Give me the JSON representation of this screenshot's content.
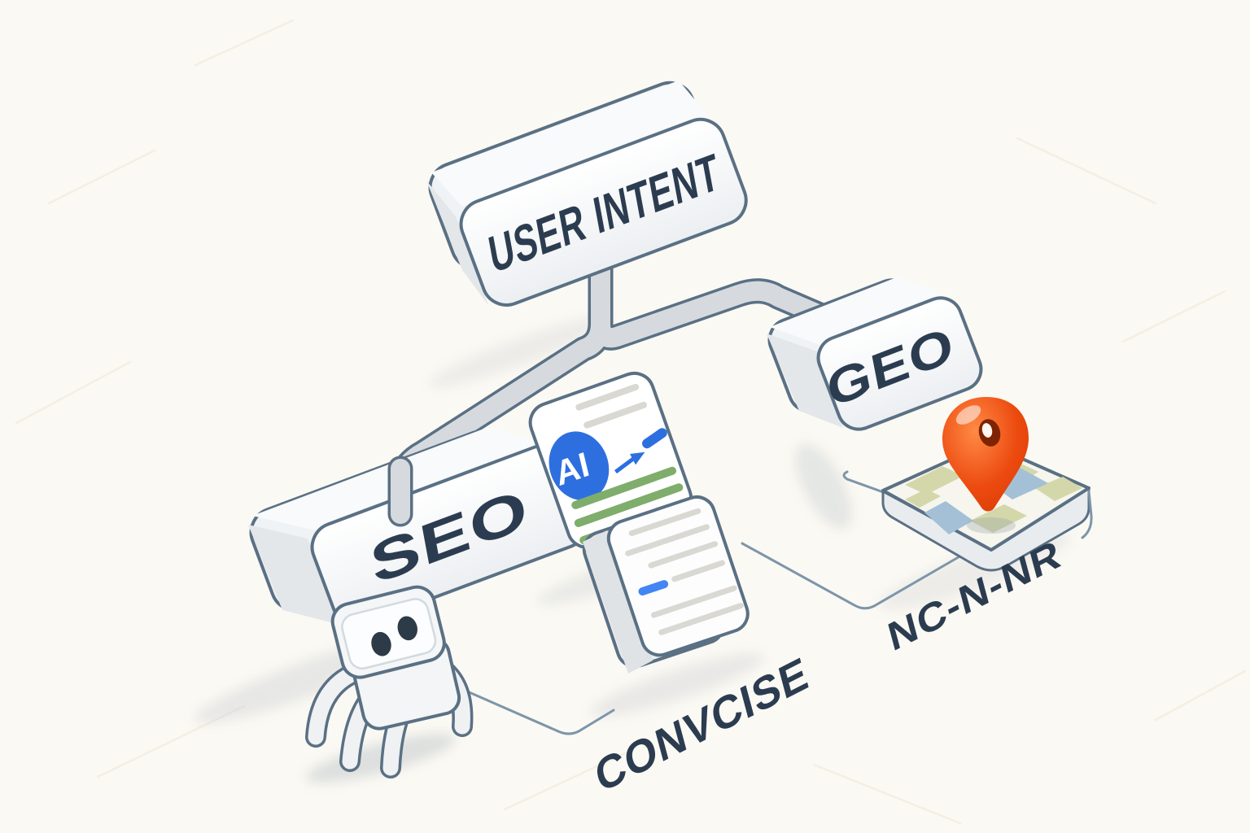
{
  "diagram": {
    "nodes": {
      "user_intent": "USER INTENT",
      "seo": "SEO",
      "geo": "GEO"
    },
    "floor_labels": {
      "center": "CONVCISE",
      "right": "NC-N-NR"
    },
    "ai_card": {
      "badge": "AI"
    },
    "colors": {
      "background": "#fbf9f3",
      "outline": "#5a7084",
      "label_text": "#2c3c50",
      "pipe_fill": "#d6dade",
      "ai_badge_blue": "#2e6fe0",
      "accent_blue": "#4285f4",
      "accent_green": "#7fad6b",
      "card_line_gray": "#d9d8d2",
      "pin_orange": "#ec4a0f",
      "pin_highlight": "#ff8a45",
      "map_land": "#d4d7a9",
      "map_water": "#a3c0d6"
    }
  }
}
